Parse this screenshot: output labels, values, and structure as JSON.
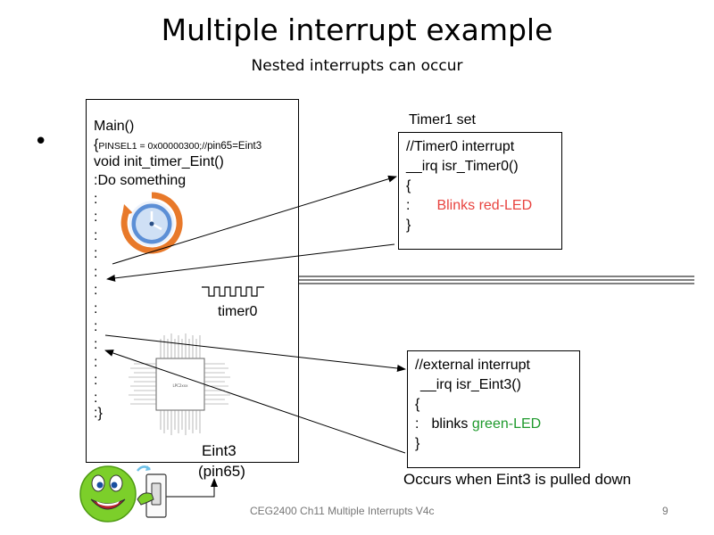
{
  "slide": {
    "title": "Multiple interrupt example",
    "subtitle": "Nested interrupts can occur",
    "bullet": "•"
  },
  "main_code": {
    "line1": "Main()",
    "line2_brace": "{",
    "line2_small": "PINSEL1 = 0x00000300;//",
    "line2_pin": "pin65=Eint3",
    "line3": "void init_timer_Eint()",
    "line4": ":Do something",
    "colon": ":",
    "last": ":}"
  },
  "timer_box": {
    "heading": "Timer1 set",
    "line1": "//Timer0 interrupt",
    "line2": "__irq  isr_Timer0()",
    "line3": "{",
    "line4_colon": ":",
    "line4_text": "Blinks red-LED",
    "line5": "}"
  },
  "eint_box": {
    "line1": "//external interrupt",
    "line2": "__irq isr_Eint3()",
    "line3": "{",
    "line4_colon": ":",
    "line4_text": "blinks ",
    "line4_color": "green-LED",
    "line5": "}",
    "caption": "Occurs when Eint3 is pulled down"
  },
  "labels": {
    "timer0": "timer0",
    "eint3": "Eint3",
    "pin65": "(pin65)"
  },
  "footer": {
    "text": "CEG2400 Ch11 Multiple Interrupts V4c",
    "page": "9"
  },
  "colors": {
    "red_led": "#e8433f",
    "green_led": "#1f9a2d",
    "clock_orange": "#e8792a",
    "clock_blue": "#5c8fd6",
    "smiley_green": "#7ccf2a"
  },
  "icons": [
    "clock-icon",
    "square-wave-icon",
    "chip-diagram",
    "smiley-icon",
    "switch-icon"
  ]
}
